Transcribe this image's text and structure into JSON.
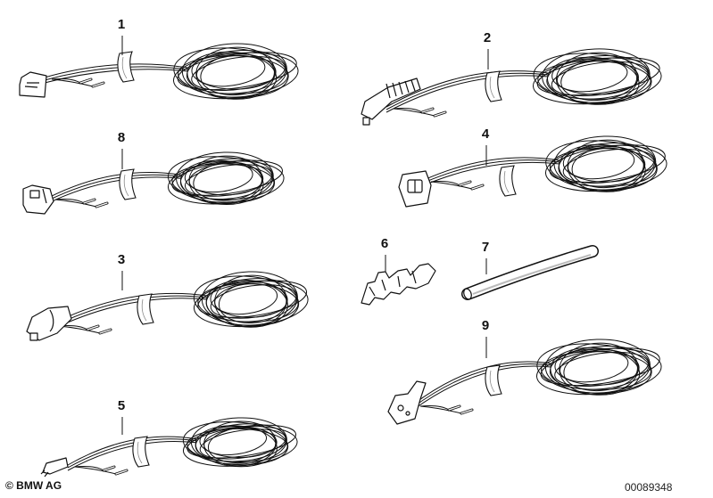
{
  "diagram": {
    "parts": [
      {
        "number": "1",
        "type": "harness",
        "connector": "flat-plug"
      },
      {
        "number": "2",
        "type": "harness",
        "connector": "ribbed-plug"
      },
      {
        "number": "8",
        "type": "harness",
        "connector": "block-plug"
      },
      {
        "number": "4",
        "type": "harness",
        "connector": "square-socket"
      },
      {
        "number": "3",
        "type": "harness",
        "connector": "angled-plug"
      },
      {
        "number": "6",
        "type": "terminal-clip"
      },
      {
        "number": "7",
        "type": "sleeve"
      },
      {
        "number": "5",
        "type": "harness",
        "connector": "small-plug"
      },
      {
        "number": "9",
        "type": "harness",
        "connector": "bracket-plug"
      }
    ],
    "line_color": "#111111"
  },
  "footer": {
    "copyright": "© BMW AG",
    "document_number": "00089348"
  }
}
